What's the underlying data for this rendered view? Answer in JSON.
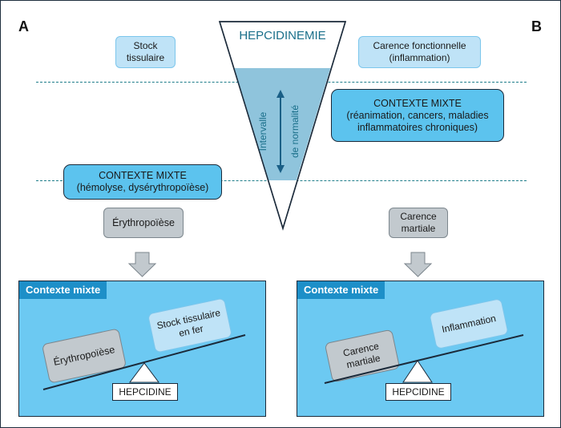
{
  "corner_labels": {
    "left": "A",
    "right": "B"
  },
  "funnel_title": "HEPCIDINEMIE",
  "normal_range_label": {
    "line1": "Intervalle",
    "line2": "de normalité"
  },
  "top_left_box": {
    "line1": "Stock",
    "line2": "tissulaire"
  },
  "top_right_box": {
    "line1": "Carence fonctionnelle",
    "line2": "(inflammation)"
  },
  "right_mixed_box": {
    "line1": "CONTEXTE MIXTE",
    "line2": "(réanimation, cancers, maladies",
    "line3": "inflammatoires chroniques)"
  },
  "left_mixed_box": {
    "line1": "CONTEXTE MIXTE",
    "line2": "(hémolyse, dysérythropoïèse)"
  },
  "left_cause_box": {
    "line1": "Érythropoïèse"
  },
  "right_cause_box": {
    "line1": "Carence",
    "line2": "martiale"
  },
  "panel_left": {
    "title": "Contexte mixte",
    "low_item": "Érythropoïèse",
    "high_item": {
      "line1": "Stock tissulaire",
      "line2": "en fer"
    },
    "fulcrum_label": "HEPCIDINE"
  },
  "panel_right": {
    "title": "Contexte mixte",
    "low_item": {
      "line1": "Carence",
      "line2": "martiale"
    },
    "high_item": "Inflammation",
    "fulcrum_label": "HEPCIDINE"
  },
  "colors": {
    "light_box": "#bfe3f7",
    "mid_box": "#5cc3ee",
    "grey_box": "#c2c9ce",
    "panel": "#6cc9f2",
    "panel_tag": "#1d8fc8",
    "dash_line": "#1e7d8a",
    "funnel_band": "#8fc4dc"
  }
}
